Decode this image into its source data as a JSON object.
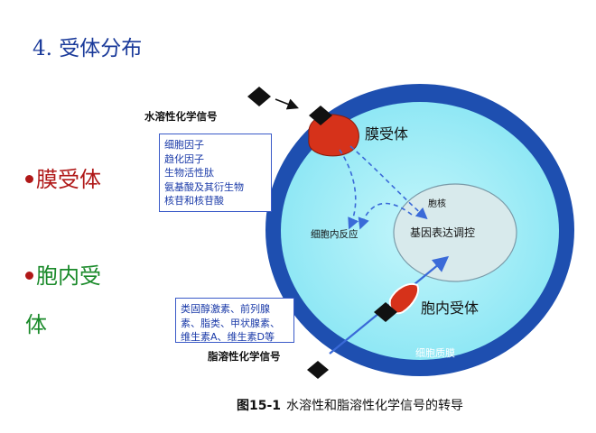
{
  "heading": "4.  受体分布",
  "bullets": {
    "membrane_receptor": "膜受体",
    "intracellular_line1": "胞内受",
    "intracellular_line2": "体"
  },
  "diagram": {
    "water_soluble_signal": "水溶性化学信号",
    "lipid_soluble_signal": "脂溶性化学信号",
    "water_soluble_examples": [
      "细胞因子",
      "趋化因子",
      "生物活性肽",
      "氨基酸及其衍生物",
      "核苷和核苷酸"
    ],
    "lipid_soluble_examples": [
      "类固醇激素、前列腺",
      "素、脂类、甲状腺素、",
      "维生素A、维生素D等"
    ],
    "membrane_receptor_label": "膜受体",
    "intracellular_receptor_label": "胞内受体",
    "nucleus_label": "胞核",
    "gene_regulation_label": "基因表达调控",
    "intracellular_response_label": "细胞内反应",
    "cell_membrane_label": "细胞质膜"
  },
  "caption": {
    "figure_number": "图15-1",
    "text": "水溶性和脂溶性化学信号的转导"
  },
  "colors": {
    "heading": "#1a3a9a",
    "membrane_bullet": "#b01818",
    "intracellular_bullet": "#1a8a2a",
    "cell_membrane": "#1e4fb0",
    "cytoplasm": "#a8eef8",
    "nucleus": "#d8eaec",
    "receptor": "#d6321a",
    "arrow": "#3a6ad8"
  }
}
